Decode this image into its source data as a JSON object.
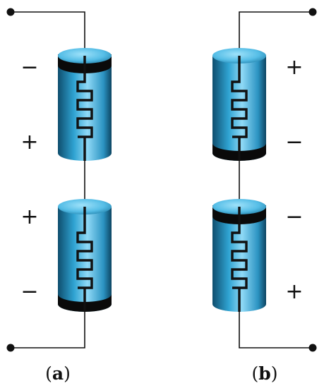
{
  "panels": [
    {
      "id": "a",
      "caption_open": "(",
      "caption_letter": "a",
      "caption_close": ")",
      "top_cap": {
        "signs": [
          "−",
          "+"
        ],
        "band": "top"
      },
      "bottom_cap": {
        "signs": [
          "+",
          "−"
        ],
        "band": "bottom"
      }
    },
    {
      "id": "b",
      "caption_open": "(",
      "caption_letter": "b",
      "caption_close": ")",
      "top_cap": {
        "signs": [
          "+",
          "−"
        ],
        "band": "bottom"
      },
      "bottom_cap": {
        "signs": [
          "−",
          "+"
        ],
        "band": "top"
      }
    }
  ],
  "colors": {
    "wire": "#111111",
    "band": "#0a0a0a",
    "body_dark": "#0f4e6e",
    "body_mid": "#2fa3d2",
    "body_light": "#8fd9f6",
    "top_face": "#55bde6"
  }
}
